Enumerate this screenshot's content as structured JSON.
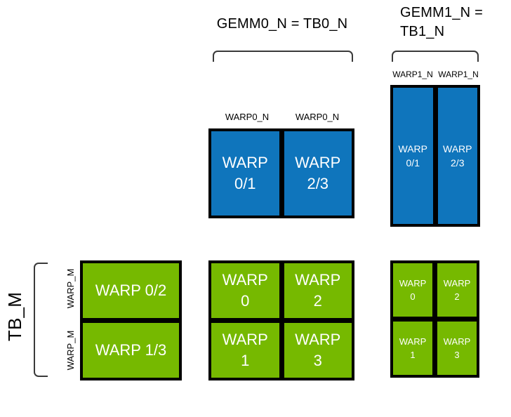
{
  "colors": {
    "blue_tile": "#0f75bc",
    "green_tile": "#76b900",
    "tile_border": "#000000",
    "bracket": "#3a3a3a",
    "tile_text": "#ffffff",
    "label_text": "#000000",
    "background": "#ffffff"
  },
  "titles": {
    "gemm0": "GEMM0_N = TB0_N",
    "gemm1_line1": "GEMM1_N =",
    "gemm1_line2": "TB1_N"
  },
  "axis_labels": {
    "tb_m": "TB_M",
    "warp_m_top": "WARP_M",
    "warp_m_bottom": "WARP_M",
    "warp0_n_left": "WARP0_N",
    "warp0_n_right": "WARP0_N",
    "warp1_n_left": "WARP1_N",
    "warp1_n_right": "WARP1_N"
  },
  "groups": {
    "gemm0_accum": {
      "cells": [
        {
          "line1": "WARP",
          "line2": "0/1"
        },
        {
          "line1": "WARP",
          "line2": "2/3"
        }
      ]
    },
    "gemm1_accum": {
      "cells": [
        {
          "line1": "WARP",
          "line2": "0/1"
        },
        {
          "line1": "WARP",
          "line2": "2/3"
        }
      ]
    },
    "tb_m_tiles": {
      "cells": [
        {
          "line1": "WARP 0/2"
        },
        {
          "line1": "WARP 1/3"
        }
      ]
    },
    "gemm0_tiles": {
      "cells": [
        {
          "line1": "WARP",
          "line2": "0"
        },
        {
          "line1": "WARP",
          "line2": "2"
        },
        {
          "line1": "WARP",
          "line2": "1"
        },
        {
          "line1": "WARP",
          "line2": "3"
        }
      ]
    },
    "gemm1_tiles": {
      "cells": [
        {
          "line1": "WARP",
          "line2": "0"
        },
        {
          "line1": "WARP",
          "line2": "2"
        },
        {
          "line1": "WARP",
          "line2": "1"
        },
        {
          "line1": "WARP",
          "line2": "3"
        }
      ]
    }
  }
}
